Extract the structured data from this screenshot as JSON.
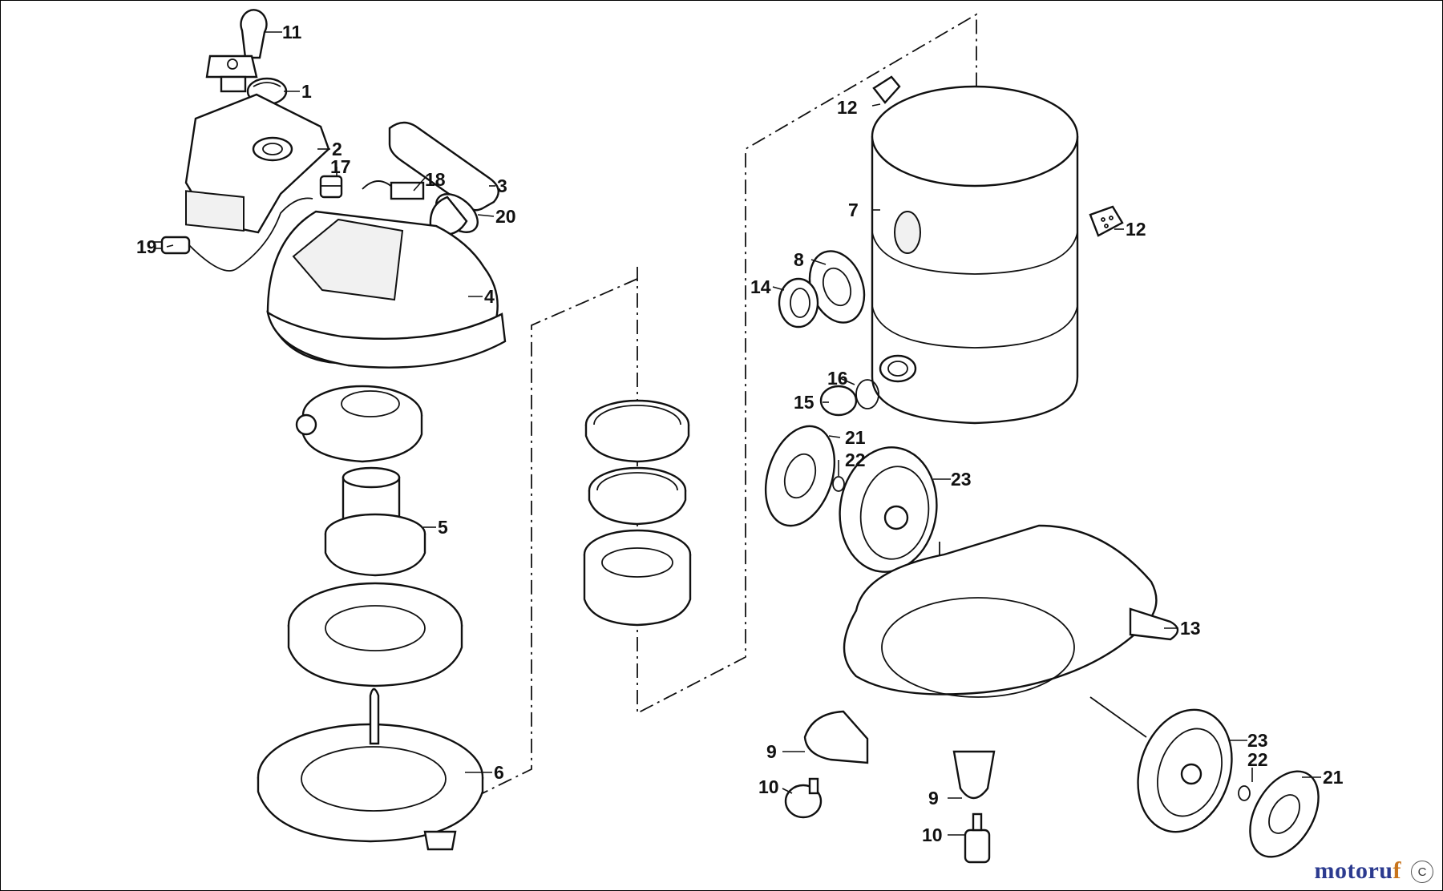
{
  "diagram": {
    "callouts": {
      "c1": "1",
      "c2": "2",
      "c3": "3",
      "c4": "4",
      "c5": "5",
      "c6": "6",
      "c7": "7",
      "c8": "8",
      "c9a": "9",
      "c9b": "9",
      "c10a": "10",
      "c10b": "10",
      "c11": "11",
      "c12a": "12",
      "c12b": "12",
      "c13": "13",
      "c14": "14",
      "c15": "15",
      "c16": "16",
      "c17": "17",
      "c18": "18",
      "c19": "19",
      "c20": "20",
      "c21a": "21",
      "c21b": "21",
      "c22a": "22",
      "c22b": "22",
      "c23a": "23",
      "c23b": "23"
    }
  },
  "watermark": {
    "part1": "motoru",
    "part2": "f",
    "badge": "C"
  }
}
